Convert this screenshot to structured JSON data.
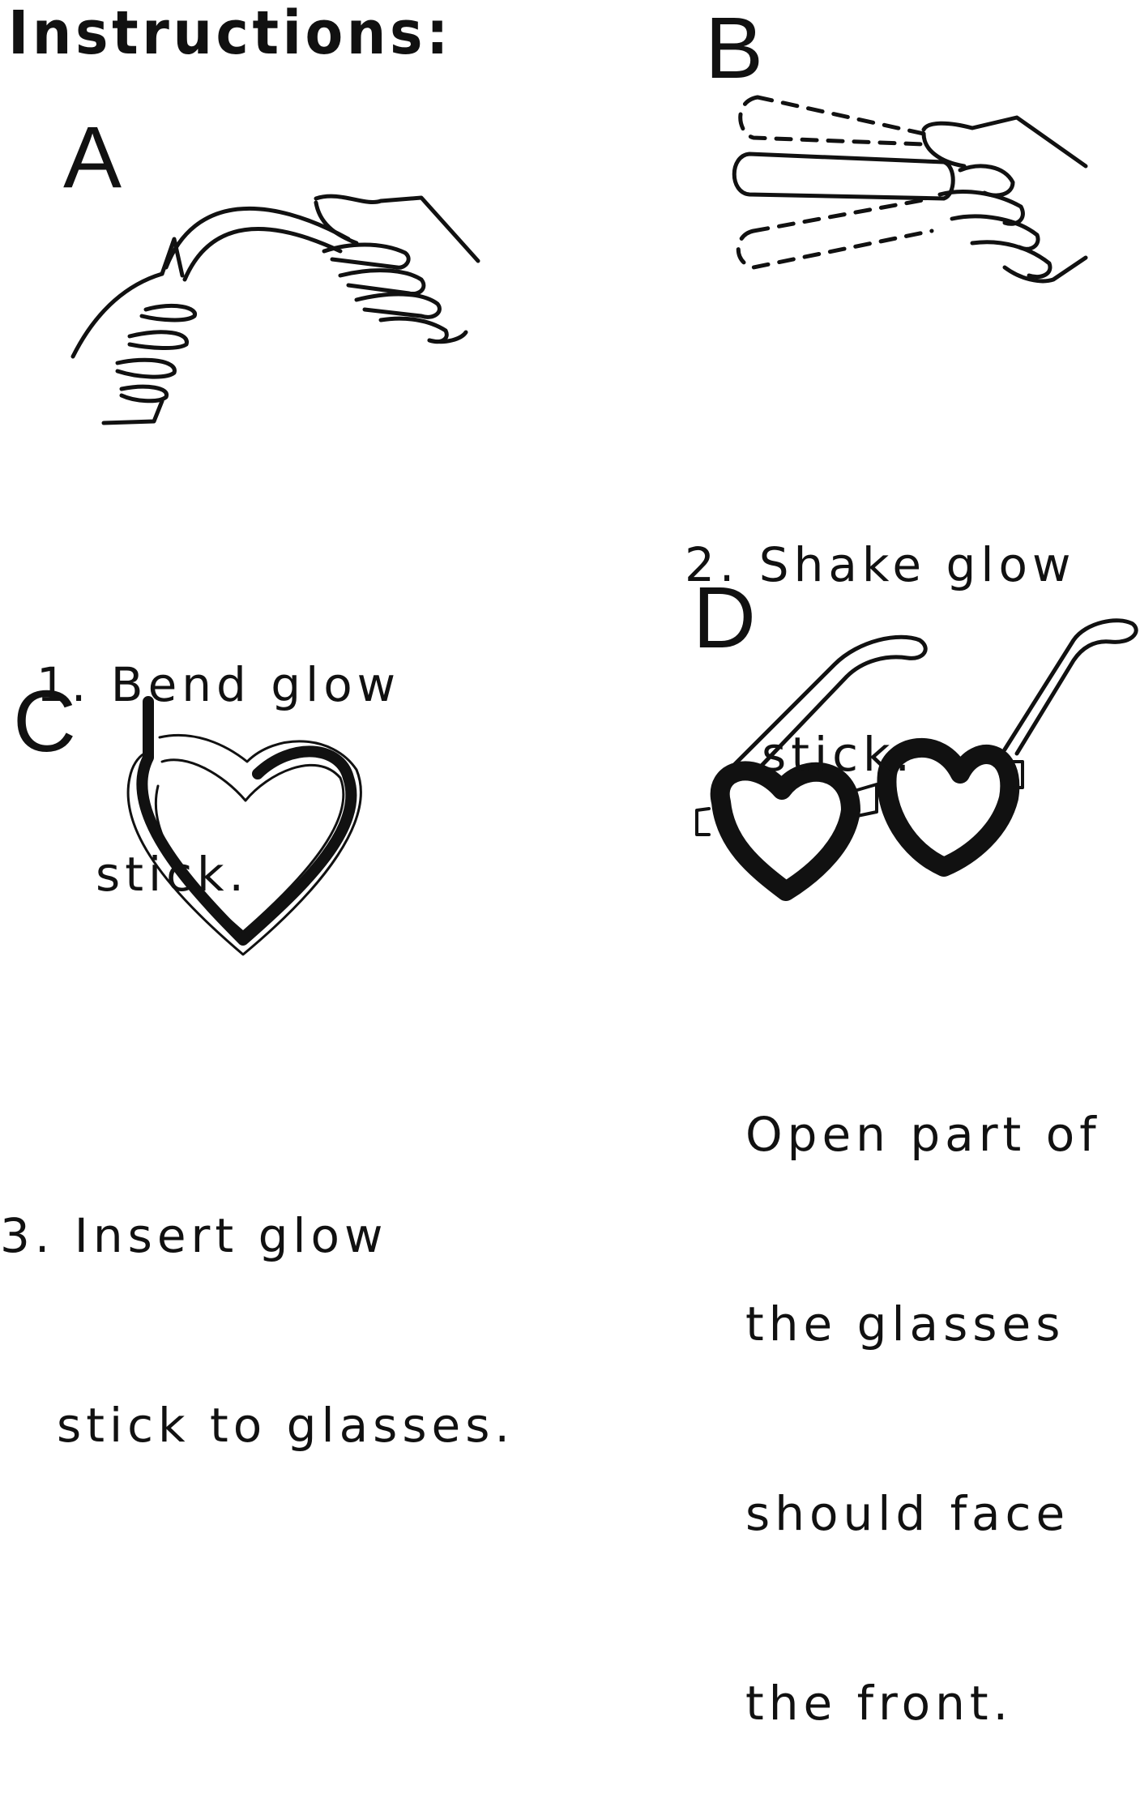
{
  "title": "Instructions:",
  "panels": {
    "a": {
      "letter": "A",
      "line1": "1. Bend glow",
      "line2": "stick.",
      "icon": "bend-glow-stick-icon"
    },
    "b": {
      "letter": "B",
      "line1": "2. Shake glow",
      "line2": "stick.",
      "icon": "shake-glow-stick-icon"
    },
    "c": {
      "letter": "C",
      "line1": "3. Insert glow",
      "line2": "stick to glasses.",
      "icon": "heart-glow-stick-icon"
    },
    "d": {
      "letter": "D",
      "line1": "Open part of",
      "line2": "the glasses",
      "line3": "should face",
      "line4": "the front.",
      "icon": "heart-glasses-icon"
    }
  }
}
